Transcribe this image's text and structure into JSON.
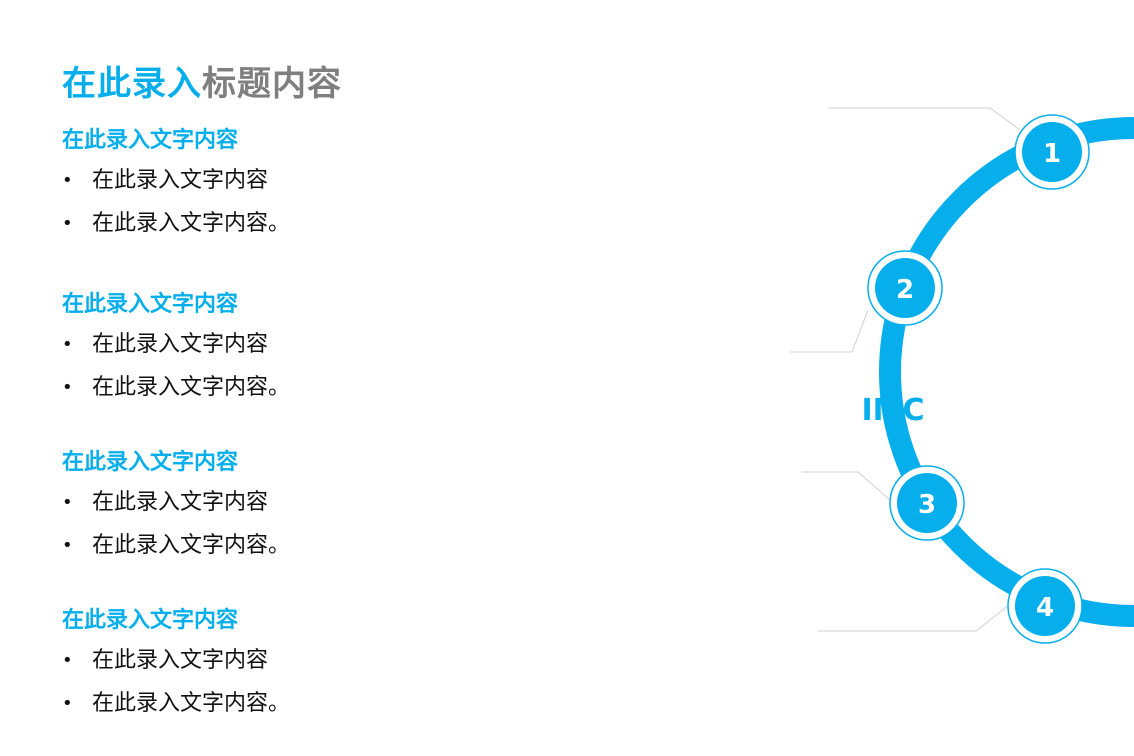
{
  "title": {
    "accent": "在此录入",
    "rest": "标题内容"
  },
  "sections": [
    {
      "heading": "在此录入文字内容",
      "bullets": [
        "在此录入文字内容",
        "在此录入文字内容。"
      ]
    },
    {
      "heading": "在此录入文字内容",
      "bullets": [
        "在此录入文字内容",
        "在此录入文字内容。"
      ]
    },
    {
      "heading": "在此录入文字内容",
      "bullets": [
        "在此录入文字内容",
        "在此录入文字内容。"
      ]
    },
    {
      "heading": "在此录入文字内容",
      "bullets": [
        "在此录入文字内容",
        "在此录入文字内容。"
      ]
    }
  ],
  "diagram": {
    "center_label": "IMC",
    "nodes": [
      "1",
      "2",
      "3",
      "4"
    ]
  },
  "colors": {
    "accent": "#06aeeb",
    "title_gray": "#7f7f7f",
    "text": "#111111",
    "connector": "#d0d0d0"
  }
}
